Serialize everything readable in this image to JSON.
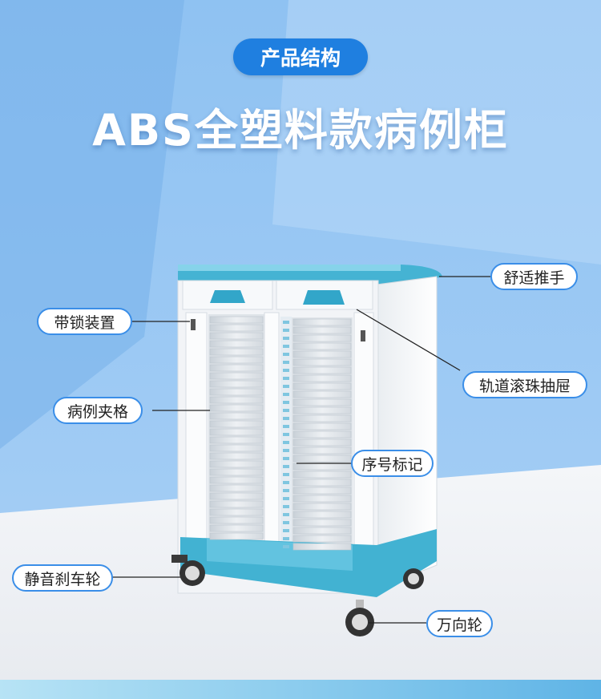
{
  "header": {
    "badge": "产品结构",
    "title": "ABS全塑料款病例柜"
  },
  "labels": {
    "handle": "舒适推手",
    "lock": "带锁装置",
    "drawer": "轨道滚珠抽屉",
    "clip": "病例夹格",
    "serial": "序号标记",
    "brake": "静音刹车轮",
    "caster": "万向轮"
  },
  "colors": {
    "accent": "#1f7fe0",
    "cabinet_blue": "#3fb6d6",
    "background_blue": "#7fb8ee"
  }
}
